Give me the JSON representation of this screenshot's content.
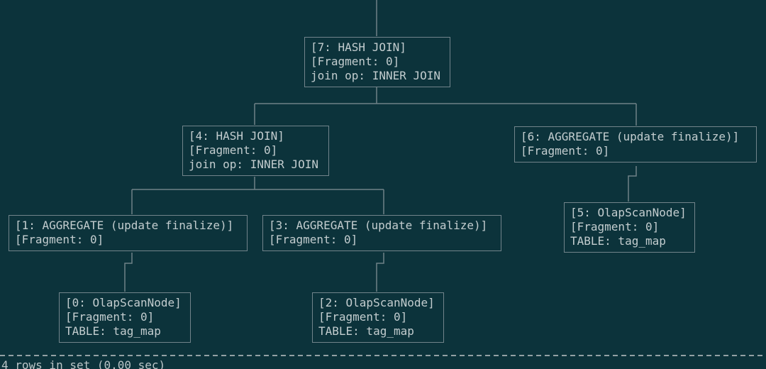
{
  "terminal": {
    "colors": {
      "background": "#0c333b",
      "box_border": "#72848b",
      "connector": "#6e8187",
      "text": "#c3cdcf",
      "separator": "#93a1a4"
    },
    "status": {
      "text": "4 rows in set (0.00 sec)"
    }
  },
  "plan": {
    "nodes": {
      "n7": {
        "lines": [
          "[7: HASH JOIN]",
          "[Fragment: 0]",
          "join op: INNER JOIN"
        ]
      },
      "n4": {
        "lines": [
          "[4: HASH JOIN]",
          "[Fragment: 0]",
          "join op: INNER JOIN"
        ]
      },
      "n6": {
        "lines": [
          "[6: AGGREGATE (update finalize)]",
          "[Fragment: 0]"
        ]
      },
      "n1": {
        "lines": [
          "[1: AGGREGATE (update finalize)]",
          "[Fragment: 0]"
        ]
      },
      "n3": {
        "lines": [
          "[3: AGGREGATE (update finalize)]",
          "[Fragment: 0]"
        ]
      },
      "n5": {
        "lines": [
          "[5: OlapScanNode]",
          "[Fragment: 0]",
          "TABLE: tag_map"
        ]
      },
      "n0": {
        "lines": [
          "[0: OlapScanNode]",
          "[Fragment: 0]",
          "TABLE: tag_map"
        ]
      },
      "n2": {
        "lines": [
          "[2: OlapScanNode]",
          "[Fragment: 0]",
          "TABLE: tag_map"
        ]
      }
    }
  }
}
